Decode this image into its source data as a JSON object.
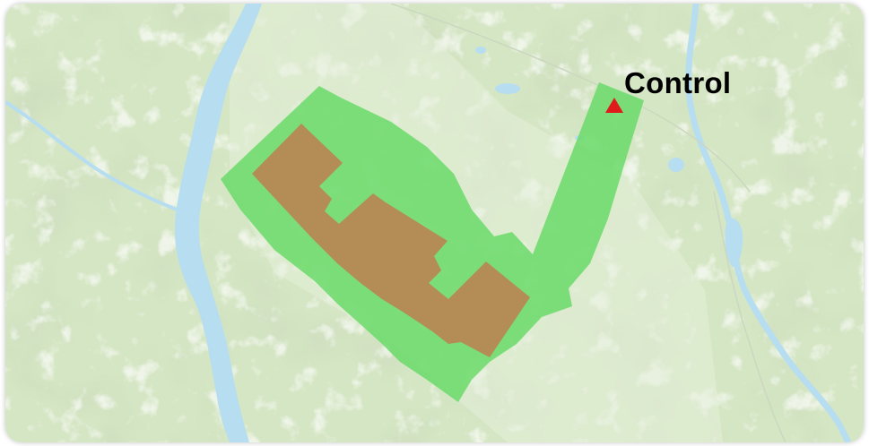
{
  "map": {
    "style": "topographic-basemap",
    "label": "Control",
    "colors": {
      "land": "#d5e6c4",
      "land_light": "#e4efd8",
      "water": "#b6ddf0",
      "terrain_highlight": "#f1f6ee",
      "buffer_polygon": "#6ddb6c",
      "treatment_polygon": "#b88453",
      "control_marker": "#e01b1b",
      "label": "#000000"
    },
    "layers": [
      {
        "name": "buffer-polygon",
        "fill": "green"
      },
      {
        "name": "treatment-area",
        "fill": "brown"
      },
      {
        "name": "control-marker",
        "symbol": "triangle",
        "fill": "red"
      }
    ]
  }
}
